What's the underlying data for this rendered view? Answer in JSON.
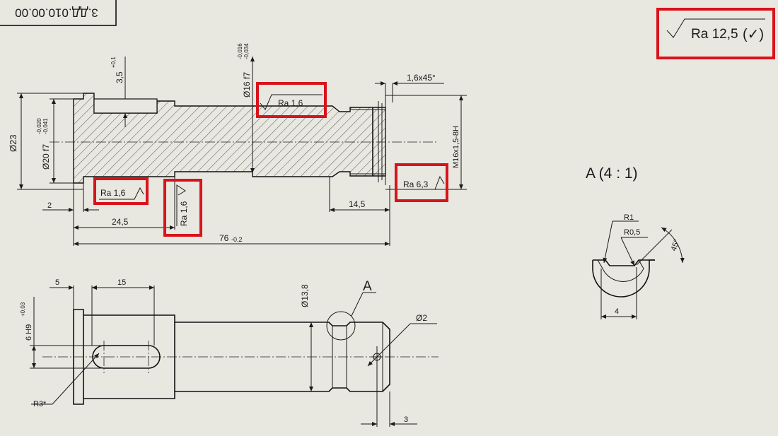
{
  "title_block": {
    "code": "3.ДД.010.00.00"
  },
  "general_roughness": {
    "label": "Ra 12,5",
    "check": "(✓)"
  },
  "detail_view": {
    "title": "A (4 : 1)",
    "r1": "R1",
    "r05": "R0,5",
    "angle": "45°",
    "width": "4"
  },
  "dimensions": {
    "groove_depth": "3,5",
    "groove_depth_tol": "+0,1",
    "d16": "Ø16 f7",
    "d16_tol_upper": "-0,016",
    "d16_tol_lower": "-0,034",
    "chamfer": "1,6x45°",
    "d23": "Ø23",
    "d20": "Ø20 f7",
    "d20_tol_upper": "-0,020",
    "d20_tol_lower": "-0,041",
    "thread": "M16x1,5-8H",
    "shoulder": "2",
    "len_24_5": "24,5",
    "len_14_5": "14,5",
    "total_len": "76",
    "total_len_tol": "-0,2",
    "slot_offset": "5",
    "slot_len": "15",
    "slot_width": "6 H9",
    "slot_width_tol": "+0,03",
    "d13_8": "Ø13,8",
    "detail_mark": "A",
    "hole": "Ø2",
    "hole_pos": "3",
    "slot_radius": "R3*"
  },
  "roughness_marks": {
    "top_shaft": "Ra 1,6",
    "left_face": "Ra 1,6",
    "bottom_step": "Ra 1,6",
    "thread_end": "Ra 6,3"
  },
  "colors": {
    "highlight": "#d8131b",
    "background": "#e8e7e0",
    "line": "#1a1a1a"
  }
}
